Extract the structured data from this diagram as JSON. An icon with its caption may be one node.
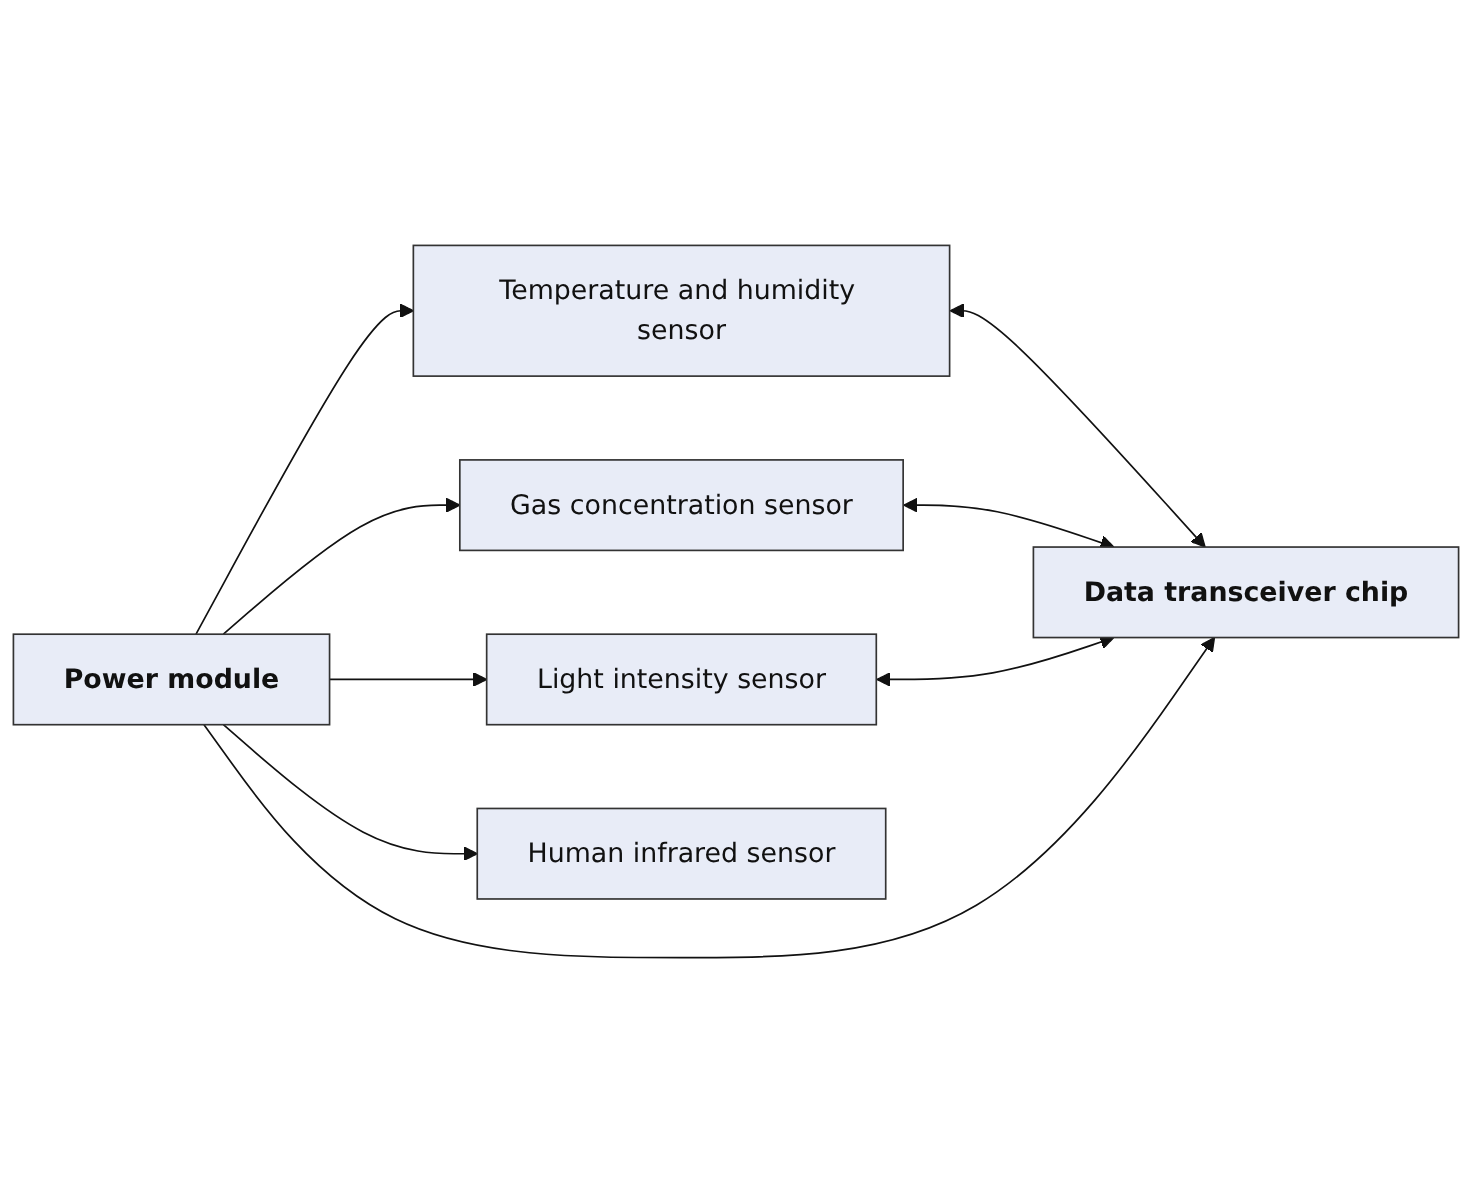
{
  "diagram": {
    "nodes": [
      {
        "text": [
          "Temperature and humidity sensor"
        ]
      },
      {
        "text": [
          "Gas concentration sensor"
        ]
      },
      {
        "text": [
          "Light intensity sensor"
        ]
      },
      {
        "text": [
          "Human infrared sensor"
        ]
      },
      {
        "text": [
          "Data transceiver chip"
        ]
      },
      {
        "text": [
          "Power module"
        ]
      }
    ],
    "edges": [
      {
        "from": 5,
        "to": 0,
        "arrow": "to"
      },
      {
        "from": 5,
        "to": 1,
        "arrow": "to"
      },
      {
        "from": 5,
        "to": 2,
        "arrow": "to"
      },
      {
        "from": 5,
        "to": 3,
        "arrow": "to"
      },
      {
        "from": 0,
        "to": 4,
        "arrow": "both"
      },
      {
        "from": 1,
        "to": 4,
        "arrow": "both"
      },
      {
        "from": 2,
        "to": 4,
        "arrow": "both"
      },
      {
        "from": 5,
        "to": 4,
        "arrow": "to"
      }
    ]
  }
}
